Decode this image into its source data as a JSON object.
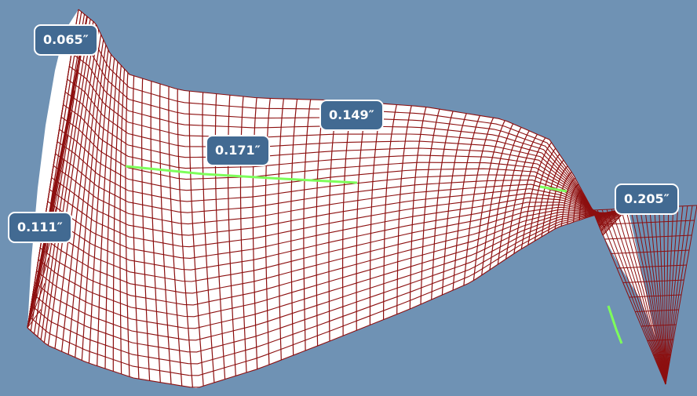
{
  "colors": {
    "background": "#6f92b4",
    "mesh_line": "#8c0f0f",
    "mesh_fill": "#ffffff",
    "edge_highlight": "#7dff5a",
    "callout_fill": "#426a92",
    "callout_border": "#ffffff"
  },
  "callouts": [
    {
      "id": "tip",
      "value": "0.065″"
    },
    {
      "id": "upper-middle",
      "value": "0.149″"
    },
    {
      "id": "inner-middle",
      "value": "0.171″"
    },
    {
      "id": "left-edge",
      "value": "0.111″"
    },
    {
      "id": "right-edge",
      "value": "0.205″"
    }
  ]
}
